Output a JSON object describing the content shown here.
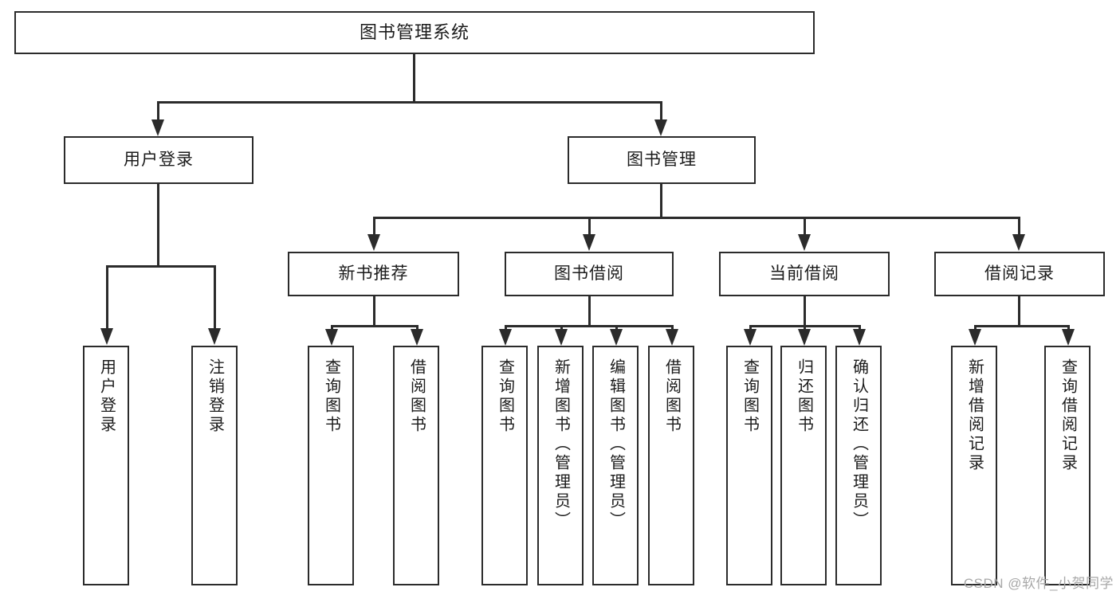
{
  "diagram": {
    "title": "图书管理系统",
    "type": "tree-hierarchy-diagram",
    "watermark": "CSDN @软件_小贺同学",
    "colors": {
      "stroke": "#2b2b2b",
      "fill": "#ffffff",
      "text": "#1b1b1b",
      "watermark": "#a8a8a8"
    }
  },
  "root": {
    "label": "图书管理系统"
  },
  "level2": [
    {
      "id": "user-login",
      "label": "用户登录"
    },
    {
      "id": "book-manage",
      "label": "图书管理"
    }
  ],
  "level3": [
    {
      "id": "new-book-recommend",
      "label": "新书推荐"
    },
    {
      "id": "book-borrow",
      "label": "图书借阅"
    },
    {
      "id": "current-borrow",
      "label": "当前借阅"
    },
    {
      "id": "borrow-record",
      "label": "借阅记录"
    }
  ],
  "leaves": {
    "user_login": [
      {
        "id": "leaf-user-login",
        "label": "用户登录"
      },
      {
        "id": "leaf-logout",
        "label": "注销登录"
      }
    ],
    "new_book_recommend": [
      {
        "id": "leaf-query-book-1",
        "label": "查询图书"
      },
      {
        "id": "leaf-borrow-book-1",
        "label": "借阅图书"
      }
    ],
    "book_borrow": [
      {
        "id": "leaf-query-book-2",
        "label": "查询图书"
      },
      {
        "id": "leaf-add-book",
        "label": "新增图书（管理员）"
      },
      {
        "id": "leaf-edit-book",
        "label": "编辑图书（管理员）"
      },
      {
        "id": "leaf-borrow-book-2",
        "label": "借阅图书"
      }
    ],
    "current_borrow": [
      {
        "id": "leaf-query-book-3",
        "label": "查询图书"
      },
      {
        "id": "leaf-return-book",
        "label": "归还图书"
      },
      {
        "id": "leaf-confirm-return",
        "label": "确认归还（管理员）"
      }
    ],
    "borrow_record": [
      {
        "id": "leaf-add-record",
        "label": "新增借阅记录"
      },
      {
        "id": "leaf-query-record",
        "label": "查询借阅记录"
      }
    ]
  }
}
